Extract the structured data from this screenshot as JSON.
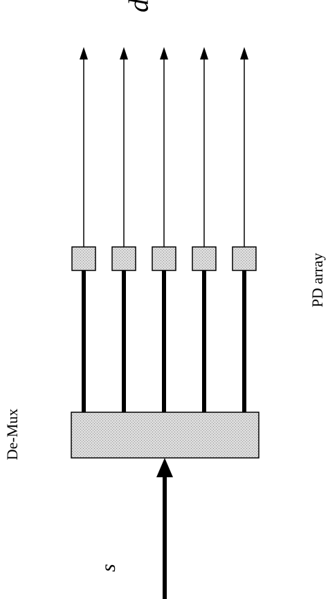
{
  "labels": {
    "demux": "De-Mux",
    "pd_array": "PD array",
    "input": "s",
    "output": "d"
  },
  "channels": 5,
  "colors": {
    "line": "#000000",
    "fill": "#d9d9d9",
    "background": "#ffffff"
  }
}
